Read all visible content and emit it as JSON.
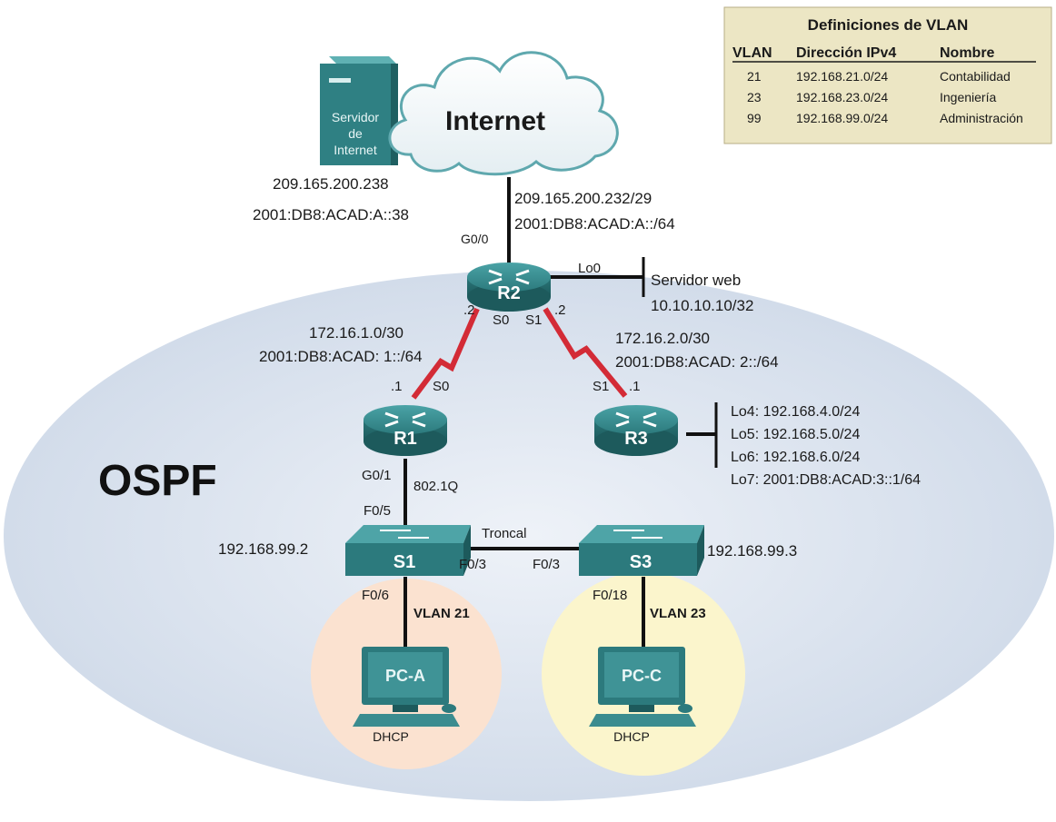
{
  "cloud": {
    "label": "Internet"
  },
  "server": {
    "label_lines": [
      "Servidor",
      "de",
      "Internet"
    ],
    "ipv4": "209.165.200.238",
    "ipv6": "2001:DB8:ACAD:A::38"
  },
  "isp_link": {
    "ipv4": "209.165.200.232/29",
    "ipv6": "2001:DB8:ACAD:A::/64"
  },
  "r2": {
    "name": "R2",
    "g0": "G0/0",
    "lo0": "Lo0",
    "web_label": "Servidor web",
    "web_ip": "10.10.10.10/32",
    "s0": "S0",
    "s1": "S1",
    "left_host": ".2",
    "right_host": ".2"
  },
  "link_r1_r2": {
    "ipv4": "172.16.1.0/30",
    "ipv6": "2001:DB8:ACAD: 1::/64",
    "r1_host": ".1",
    "r1_iface": "S0"
  },
  "link_r2_r3": {
    "ipv4": "172.16.2.0/30",
    "ipv6": "2001:DB8:ACAD: 2::/64",
    "r3_iface": "S1",
    "r3_host": ".1"
  },
  "r1": {
    "name": "R1",
    "g01": "G0/1",
    "encap": "802.1Q"
  },
  "r3": {
    "name": "R3",
    "loopbacks": [
      "Lo4: 192.168.4.0/24",
      "Lo5: 192.168.5.0/24",
      "Lo6: 192.168.6.0/24",
      "Lo7: 2001:DB8:ACAD:3::1/64"
    ]
  },
  "ospf": {
    "label": "OSPF"
  },
  "s1": {
    "name": "S1",
    "ip": "192.168.99.2",
    "f05": "F0/5",
    "f03": "F0/3",
    "f06": "F0/6",
    "vlan": "VLAN 21"
  },
  "s3": {
    "name": "S3",
    "ip": "192.168.99.3",
    "f03": "F0/3",
    "f018": "F0/18",
    "vlan": "VLAN 23"
  },
  "trunk": {
    "label": "Troncal"
  },
  "pca": {
    "name": "PC-A",
    "dhcp": "DHCP"
  },
  "pcc": {
    "name": "PC-C",
    "dhcp": "DHCP"
  },
  "vlan_table": {
    "title": "Definiciones de VLAN",
    "headers": [
      "VLAN",
      "Dirección IPv4",
      "Nombre"
    ],
    "rows": [
      [
        "21",
        "192.168.21.0/24",
        "Contabilidad"
      ],
      [
        "23",
        "192.168.23.0/24",
        "Ingeniería"
      ],
      [
        "99",
        "192.168.99.0/24",
        "Administración"
      ]
    ]
  },
  "colors": {
    "ospf_area": "#d9e3f0",
    "device": "#2f7f82",
    "serial_link": "#d0303a",
    "table_bg": "#ede8c8",
    "pca_zone": "#fbe4d4",
    "pcc_zone": "#fbf6d0"
  }
}
